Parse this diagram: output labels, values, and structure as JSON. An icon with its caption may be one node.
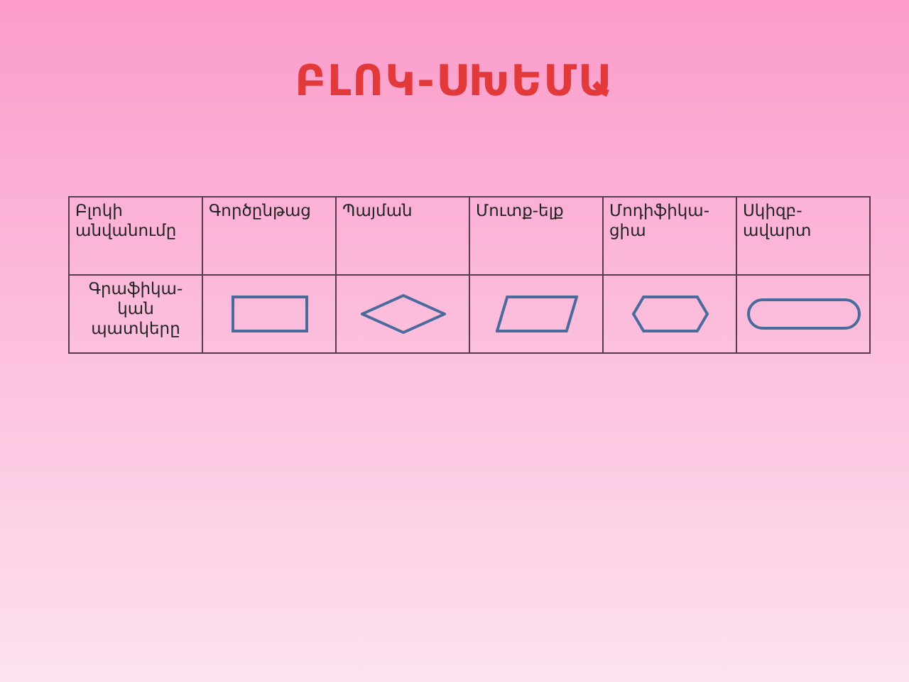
{
  "diagram": {
    "title": "ԲԼՈԿ-ՍԽԵՄԱ",
    "nodes": [
      {
        "text": [],
        "shape": "box"
      },
      {
        "text": [],
        "shape": "diamond"
      },
      {
        "text": [],
        "shape": "parallelogram"
      },
      {
        "text": [],
        "shape": "hexagon"
      },
      {
        "text": [],
        "shape": "stadium"
      }
    ],
    "labels": [
      "Բլոկի անվանումը",
      "Գործընթաց",
      "Պայման",
      "Մուտք-ելք",
      "Մոդիֆիկա-ցիա",
      "Սկիզբ-ավարտ",
      "Գրաֆիկա-կան պատկերը"
    ]
  }
}
